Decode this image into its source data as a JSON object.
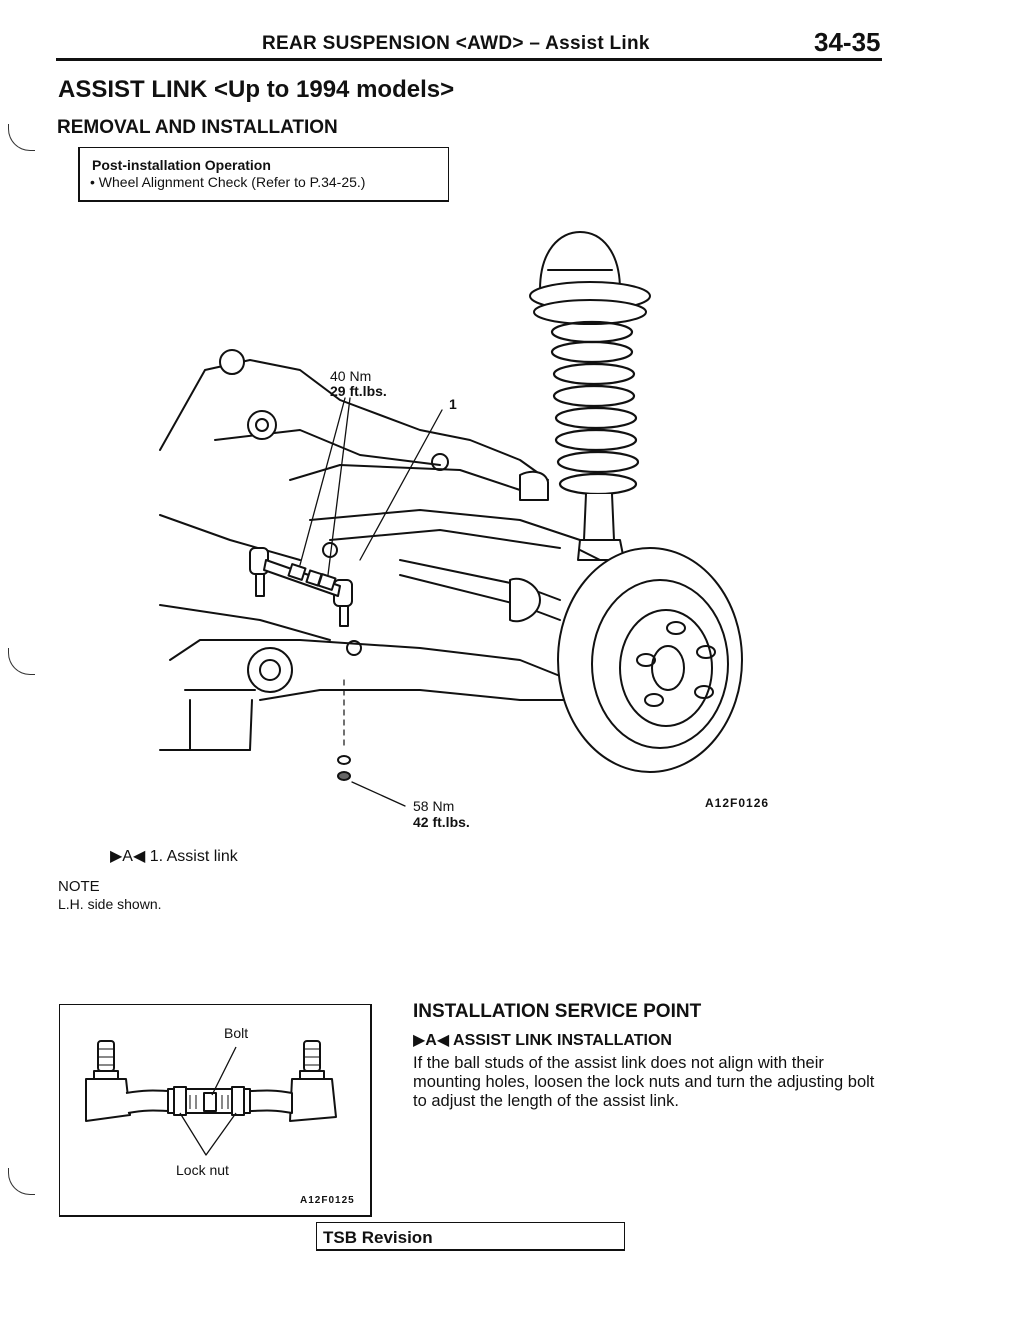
{
  "header": {
    "title": "REAR SUSPENSION <AWD> – Assist Link",
    "page_number": "34-35"
  },
  "section": {
    "title": "ASSIST LINK <Up to 1994 models>",
    "subtitle": "REMOVAL AND INSTALLATION"
  },
  "post_op": {
    "heading": "Post-installation Operation",
    "item": "•  Wheel Alignment Check (Refer to P.34-25.)"
  },
  "main_figure": {
    "torque_top_nm": "40 Nm",
    "torque_top_ftlbs": "29 ft.lbs.",
    "part_callout": "1",
    "torque_bottom_nm": "58 Nm",
    "torque_bottom_ftlbs": "42 ft.lbs.",
    "code": "A12F0126"
  },
  "legend": {
    "item": "▶A◀  1.  Assist  link"
  },
  "note": {
    "title": "NOTE",
    "text": "L.H. side shown."
  },
  "detail_figure": {
    "label_bolt": "Bolt",
    "label_locknut": "Lock nut",
    "code": "A12F0125"
  },
  "service": {
    "heading": "INSTALLATION SERVICE POINT",
    "subheading": "▶A◀ ASSIST LINK INSTALLATION",
    "body": "If the ball studs of the assist link does not align with their mounting holes, loosen the lock nuts and turn the adjusting bolt to adjust the length of the assist link."
  },
  "footer": {
    "tsb": "TSB Revision"
  }
}
